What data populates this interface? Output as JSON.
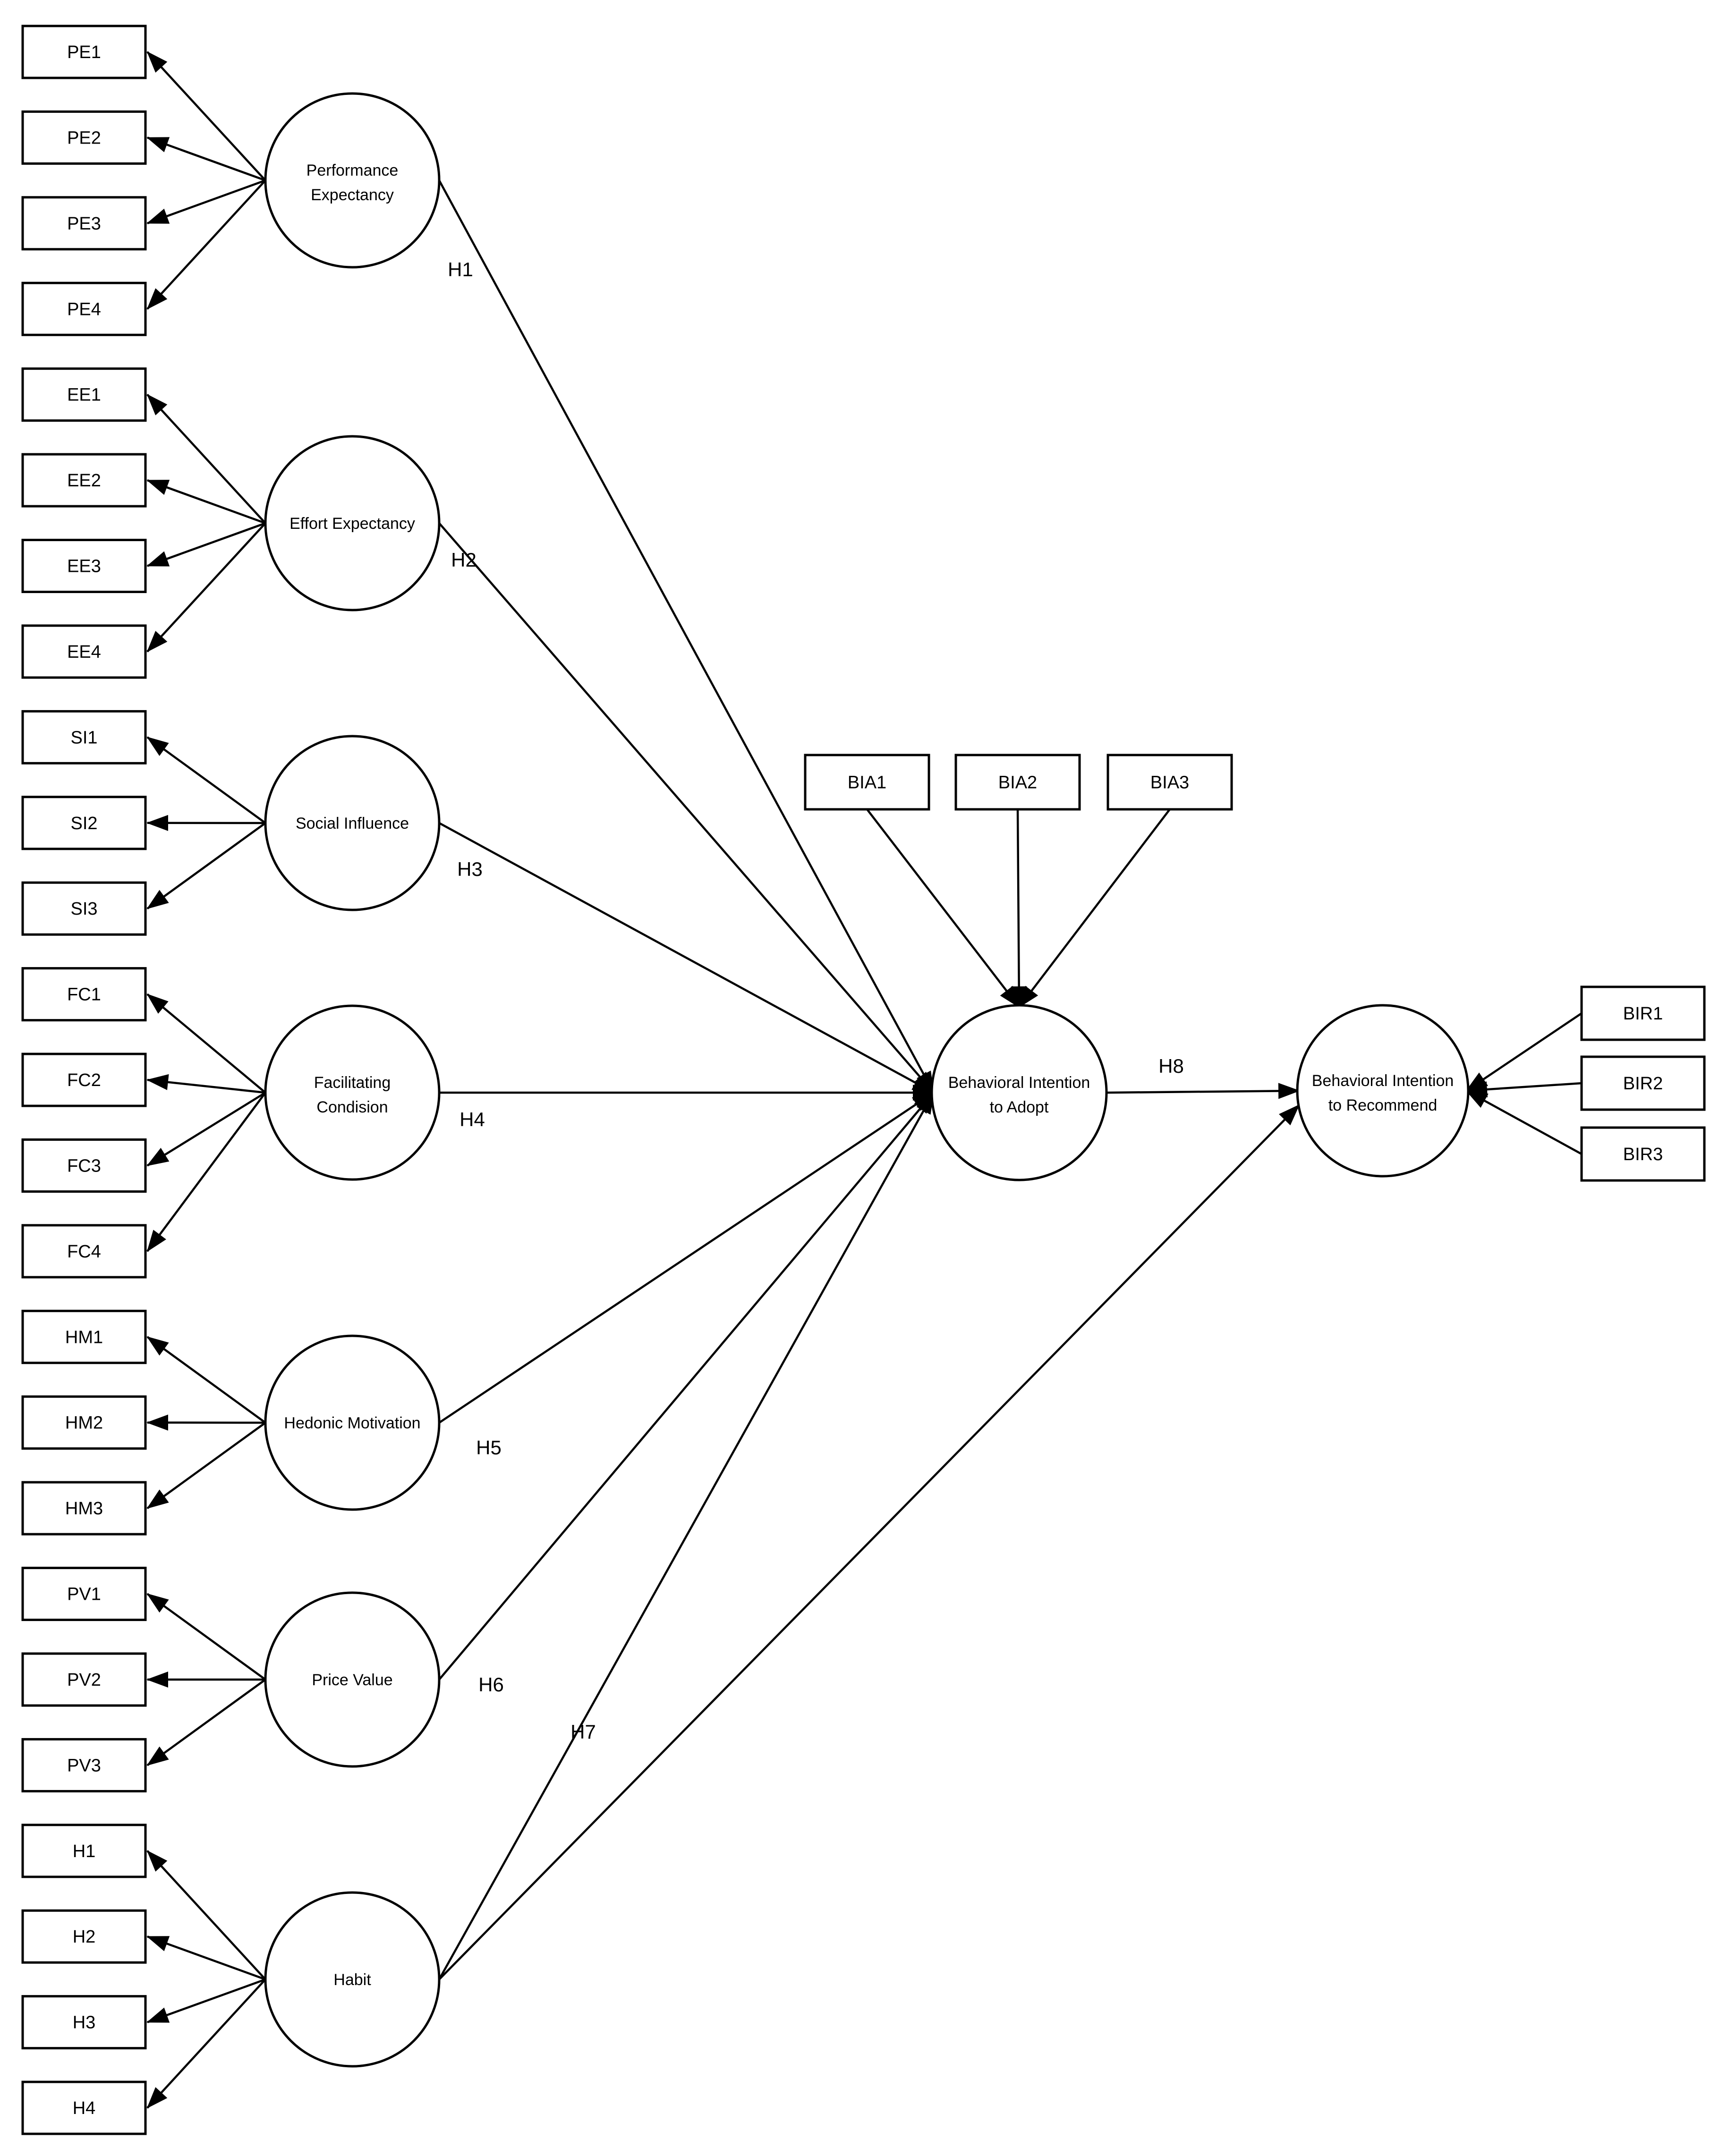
{
  "diagram": {
    "title": "",
    "colors": {
      "stroke": "#000000",
      "shape_fill": "#ffffff",
      "background": "#ffffff"
    },
    "constructs": [
      {
        "id": "pe",
        "label_lines": [
          "Performance",
          "Expectancy"
        ],
        "hypothesis_label": "H1",
        "indicators": [
          "PE1",
          "PE2",
          "PE3",
          "PE4"
        ]
      },
      {
        "id": "ee",
        "label_lines": [
          "Effort Expectancy"
        ],
        "hypothesis_label": "H2",
        "indicators": [
          "EE1",
          "EE2",
          "EE3",
          "EE4"
        ]
      },
      {
        "id": "si",
        "label_lines": [
          "Social Influence"
        ],
        "hypothesis_label": "H3",
        "indicators": [
          "SI1",
          "SI2",
          "SI3"
        ]
      },
      {
        "id": "fc",
        "label_lines": [
          "Facilitating",
          "Condision"
        ],
        "hypothesis_label": "H4",
        "indicators": [
          "FC1",
          "FC2",
          "FC3",
          "FC4"
        ]
      },
      {
        "id": "hm",
        "label_lines": [
          "Hedonic Motivation"
        ],
        "hypothesis_label": "H5",
        "indicators": [
          "HM1",
          "HM2",
          "HM3"
        ]
      },
      {
        "id": "pv",
        "label_lines": [
          "Price Value"
        ],
        "hypothesis_label": "H6",
        "indicators": [
          "PV1",
          "PV2",
          "PV3"
        ]
      },
      {
        "id": "habit",
        "label_lines": [
          "Habit"
        ],
        "hypothesis_label": "H7",
        "indicators": [
          "H1",
          "H2",
          "H3",
          "H4"
        ]
      }
    ],
    "mediator": {
      "id": "bia",
      "label_lines": [
        "Behavioral Intention",
        "to Adopt"
      ],
      "indicators": [
        "BIA1",
        "BIA2",
        "BIA3"
      ]
    },
    "outcome": {
      "id": "bir",
      "label_lines": [
        "Behavioral Intention",
        "to Recommend"
      ],
      "indicators": [
        "BIR1",
        "BIR2",
        "BIR3"
      ]
    },
    "mediator_to_outcome_label": "H8",
    "unlabeled_paths": [
      {
        "from": "habit",
        "to": "bir"
      }
    ]
  }
}
